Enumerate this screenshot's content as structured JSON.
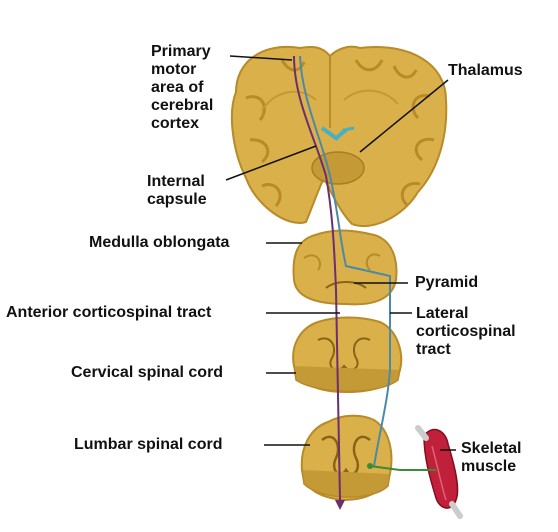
{
  "labels": {
    "primary_motor": [
      "Primary",
      "motor",
      "area of",
      "cerebral",
      "cortex"
    ],
    "thalamus": "Thalamus",
    "internal_capsule": [
      "Internal",
      "capsule"
    ],
    "medulla": "Medulla oblongata",
    "pyramid": "Pyramid",
    "anterior_tract": "Anterior corticospinal tract",
    "lateral_tract": [
      "Lateral",
      "corticospinal",
      "tract"
    ],
    "cervical": "Cervical spinal cord",
    "lumbar": "Lumbar spinal cord",
    "skeletal_muscle": [
      "Skeletal",
      "muscle"
    ]
  },
  "colors": {
    "tissue": "#d9b04a",
    "tissue_edge": "#b88a28",
    "tissue_dark": "#8a6416",
    "anterior_pathway": "#6b2e6e",
    "lateral_pathway": "#4a8aa8",
    "motor_neuron": "#3a8a3a",
    "muscle": "#c0203a"
  }
}
